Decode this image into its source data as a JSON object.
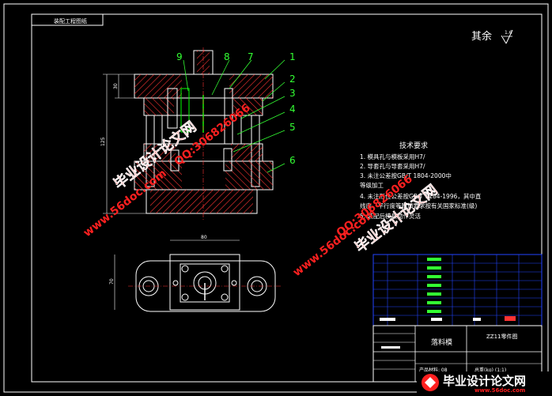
{
  "drawing": {
    "top_tab_label": "装配工程图纸",
    "roughness_text": "其余",
    "roughness_value": "1.6",
    "part_labels": [
      "9",
      "8",
      "7",
      "1",
      "2",
      "3",
      "4",
      "5",
      "6"
    ],
    "dimension_width_top": "80",
    "dimension_height_left": "70",
    "dimension_height_main": "125",
    "dimension_side_small": "30",
    "tech_title": "技术要求",
    "tech_lines": [
      "1. 模具孔与模板采用H7/",
      "2. 导套孔与导套采用H7/",
      "3. 未注公差按GB/T 1804-2000中",
      "   等级加工",
      "4. 未注形位公差按GB/T 1184-1996，其中直",
      "   线度、平行度等附加要求按有关国家标准(级)",
      "5. 装配后模具动作灵活"
    ],
    "title_block_name": "落料模",
    "title_block_code": "ZZ11零件图",
    "title_block_material": "产品材料: 08",
    "title_block_misc": "总重(kg)  (1:1)"
  },
  "watermarks": [
    "毕业设计论文网",
    "www.56doc.com",
    "QQ:306826066",
    "www.56doc.com",
    "QQ:306826066",
    "毕业设计论文网"
  ],
  "footer_banner": {
    "text": "毕业设计论文网",
    "url": "www.56doc.com"
  },
  "colors": {
    "frame": "#ffffff",
    "hatch": "#ff3333",
    "label": "#33ff33",
    "watermark": "#ff2020",
    "title_block": "#2244ff",
    "highlight": "#00ff00"
  }
}
